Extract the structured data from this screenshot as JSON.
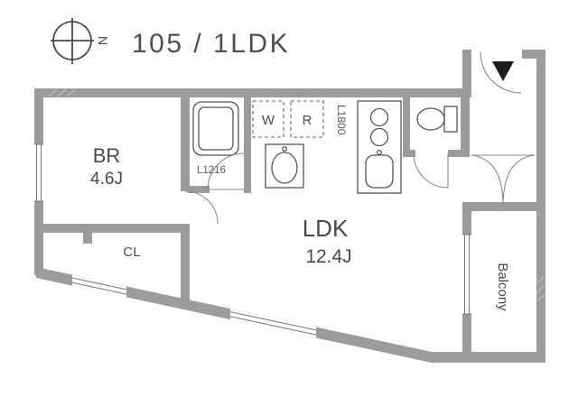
{
  "header": {
    "compass_label": "N",
    "unit_title": "105 / 1LDK"
  },
  "floor_plan": {
    "bedroom": {
      "label": "BR",
      "area": "4.6J"
    },
    "closet_label": "CL",
    "bath_label": "L1216",
    "washer_label": "W",
    "refrigerator_label": "R",
    "kitchen_label": "L1800",
    "living": {
      "label": "LDK",
      "area": "12.4J"
    },
    "balcony_label": "Balcony"
  },
  "colors": {
    "wall": "#9c9c9c",
    "text": "#4a4a4a",
    "fixture_line": "#555555",
    "entrance_marker": "#1d1d1d"
  }
}
